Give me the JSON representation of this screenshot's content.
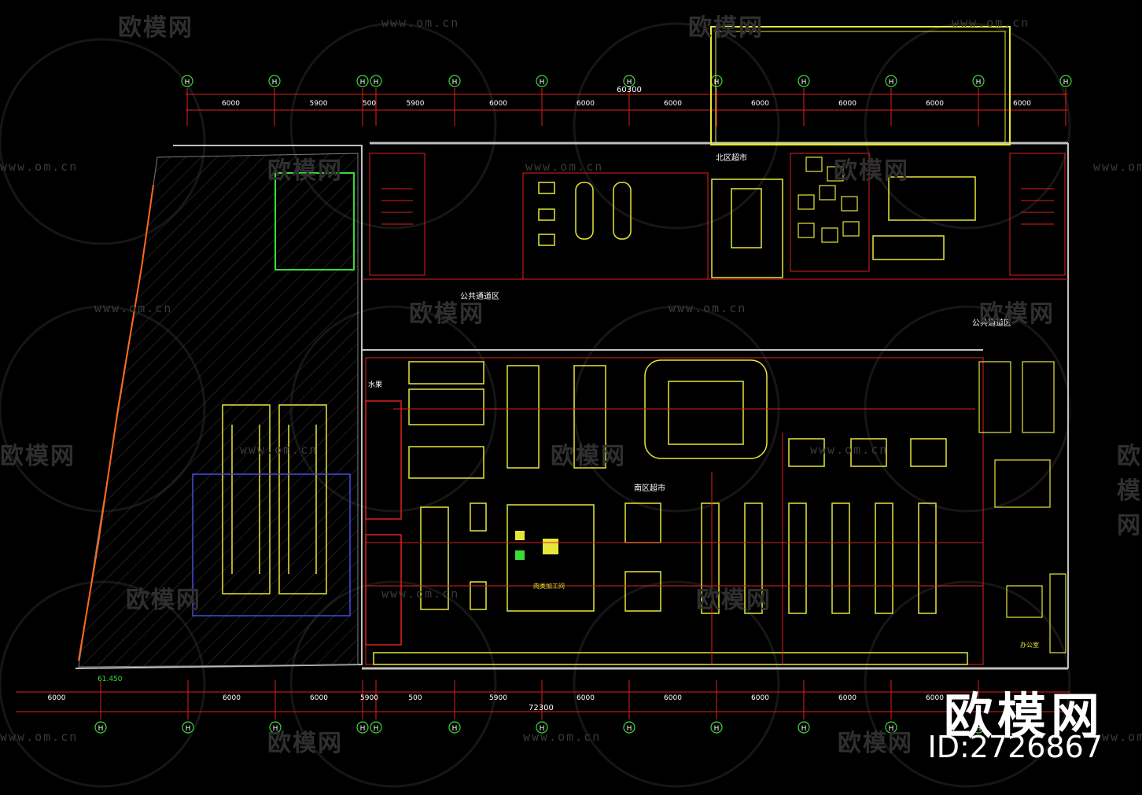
{
  "watermark": {
    "brand": "欧模网",
    "url": "www.om.cn",
    "id": "ID:2726867"
  },
  "top_dims": [
    "6000",
    "5900",
    "500",
    "5900",
    "6000",
    "6000",
    "6000",
    "6000",
    "6000",
    "6000",
    "6000"
  ],
  "bottom_dims": [
    "6000",
    "6000",
    "6000",
    "5900",
    "500",
    "5900",
    "6000",
    "6000",
    "6000",
    "6000",
    "6000"
  ],
  "top_total": "60300",
  "bottom_total": "72300",
  "axis_label": "H",
  "elevation": "61.450",
  "areas": {
    "north_market": "北区超市",
    "south_market": "南区超市",
    "corridor": "公共通道区",
    "water": "水果",
    "office": "办公室",
    "processing": "肉类加工间"
  }
}
